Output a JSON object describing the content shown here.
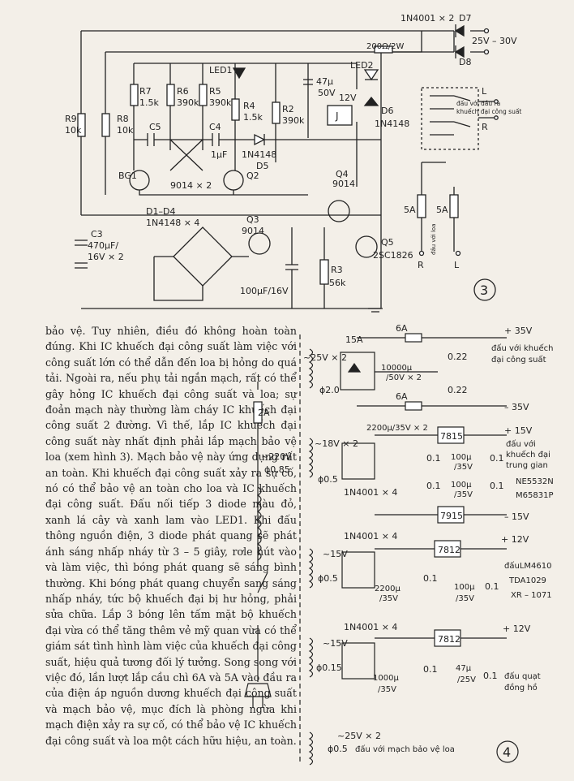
{
  "figure3": {
    "number": "3",
    "labels": {
      "diodes_d7d8": "1N4001 × 2",
      "d7": "D7",
      "d8": "D8",
      "supply": "25V – 30V",
      "r_200": "200Ω/2W",
      "led1": "LED1",
      "led2": "LED2",
      "c_47u": "47μ",
      "v_50": "50V",
      "v_12": "12V",
      "relay": "J",
      "d6": "D6",
      "d6_type": "1N4148",
      "r7": "R7",
      "r7v": "1.5k",
      "r6": "R6",
      "r6v": "390k",
      "r5": "R5",
      "r5v": "390k",
      "r4": "R4",
      "r4v": "1.5k",
      "r2": "R2",
      "r2v": "390k",
      "r9": "R9",
      "r9v": "10k",
      "r8": "R8",
      "r8v": "10k",
      "c5": "C5",
      "c4": "C4",
      "c4v": "1μF",
      "d5_type": "1N4148",
      "d5": "D5",
      "bg1": "BG1",
      "q2": "Q2",
      "pair": "9014 × 2",
      "q4": "Q4",
      "q4v": "9014",
      "c3": "C3",
      "c3v": "470μF/",
      "c3v2": "16V × 2",
      "d1d4": "D1–D4",
      "d1d4v": "1N4148 × 4",
      "q3": "Q3",
      "q3v": "9014",
      "q5": "Q5",
      "q5v": "2SC1826",
      "r3": "R3",
      "r3v": "56k",
      "c_100u": "100μF/16V",
      "f1": "5A",
      "f2": "5A",
      "spk_l": "L",
      "spk_r": "R",
      "in_l": "L",
      "in_r": "R",
      "connect_note1": "đấu với đầu ra",
      "connect_note2": "khuếch đại công suất",
      "spk_note": "đầu với loa"
    }
  },
  "article": {
    "paragraphs": [
      "bảo vệ. Tuy nhiên, điều đó không hoàn toàn đúng. Khi IC khuếch đại công suất làm việc với công suất lớn có thể dẫn đến loa bị hỏng do quá tải. Ngoài ra, nếu phụ tải ngắn mạch, rất có thể gây hỏng IC khuếch đại công suất và loa; sự đoản mạch này thường làm cháy IC khuếch đại công suất 2 đường. Vì thế, lắp IC khuếch đại công suất này nhất định phải lắp mạch bảo vệ loa (xem hình 3). Mạch bảo vệ này ứng dụng rất an toàn. Khi khuếch đại công suất xảy ra sự cố, nó có thể bảo vệ an toàn cho loa và IC khuếch đại công suất. Đấu nối tiếp 3 diode màu đỏ, xanh lá cây và xanh lam vào LED1. Khi đấu thông nguồn điện, 3 diode phát quang sẽ phát ánh sáng nhấp nháy từ 3 – 5 giây, rơle hút vào và làm việc, thì bóng phát quang sẽ sáng bình thường. Khi bóng phát quang chuyển sang sáng nhấp nháy, tức bộ khuếch đại bị hư hỏng, phải sửa chữa. Lắp 3 bóng lên tấm mặt bộ khuếch đại vừa có thể tăng thêm vẻ mỹ quan vừa có thể giám sát tình hình làm việc của khuếch đại công suất, hiệu quả tương đối lý tưởng. Song song với việc đó, lần lượt lắp cầu chì 6A và 5A vào đầu ra của điện áp nguồn dương khuếch đại công suất và mạch bảo vệ, mục đích là phòng ngừa khi mạch điện xảy ra sự cố, có thể bảo vệ IC khuếch đại công suất và loa một cách hữu hiệu, an toàn."
    ]
  },
  "figure4": {
    "number": "4",
    "mains": {
      "fuse": "2A",
      "voltage": "~220V",
      "wire": "ϕ0.85"
    },
    "block1": {
      "fuse_main": "15A",
      "fuse_pos": "6A",
      "fuse_neg": "6A",
      "winding": "~25V × 2",
      "wire": "ϕ2.0",
      "cap": "10000μ",
      "cap2": "/50V × 2",
      "c_pos": "0.22",
      "c_neg": "0.22",
      "out_pos": "+ 35V",
      "out_neg": "– 35V",
      "note1": "đấu với khuếch",
      "note2": "đại công suất"
    },
    "block2": {
      "caps": "2200μ/35V × 2",
      "winding": "~18V × 2",
      "wire": "ϕ0.5",
      "diodes": "1N4001 × 4",
      "reg_pos": "7815",
      "reg_neg": "7915",
      "c1": "0.1",
      "c2": "0.1",
      "c3": "0.1",
      "c4": "0.1",
      "c5": "100μ",
      "c5v": "/35V",
      "c6": "100μ",
      "c6v": "/35V",
      "out_pos": "+ 15V",
      "out_neg": "– 15V",
      "note1": "đấu với",
      "note2": "khuếch đại",
      "note3": "trung gian",
      "ic1": "NE5532N",
      "ic2": "M65831P"
    },
    "block3": {
      "diodes": "1N4001 × 4",
      "winding": "~15V",
      "wire": "ϕ0.5",
      "reg": "7812",
      "cap": "2200μ",
      "capv": "/35V",
      "c1": "0.1",
      "c2": "100μ",
      "c2v": "/35V",
      "c3": "0.1",
      "out": "+ 12V",
      "ic1": "đấuLM4610",
      "ic2": "TDA1029",
      "ic3": "XR – 1071"
    },
    "block4": {
      "diodes": "1N4001 × 4",
      "winding": "~15V",
      "wire": "ϕ0.15",
      "reg": "7812",
      "cap": "1000μ",
      "capv": "/35V",
      "c1": "0.1",
      "c2": "47μ",
      "c2v": "/25V",
      "c3": "0.1",
      "out": "+ 12V",
      "note1": "đấu quạt",
      "note2": "đồng hồ"
    },
    "block5": {
      "winding": "~25V × 2",
      "wire": "ϕ0.5",
      "note": "đấu với mạch bảo vệ loa"
    }
  }
}
